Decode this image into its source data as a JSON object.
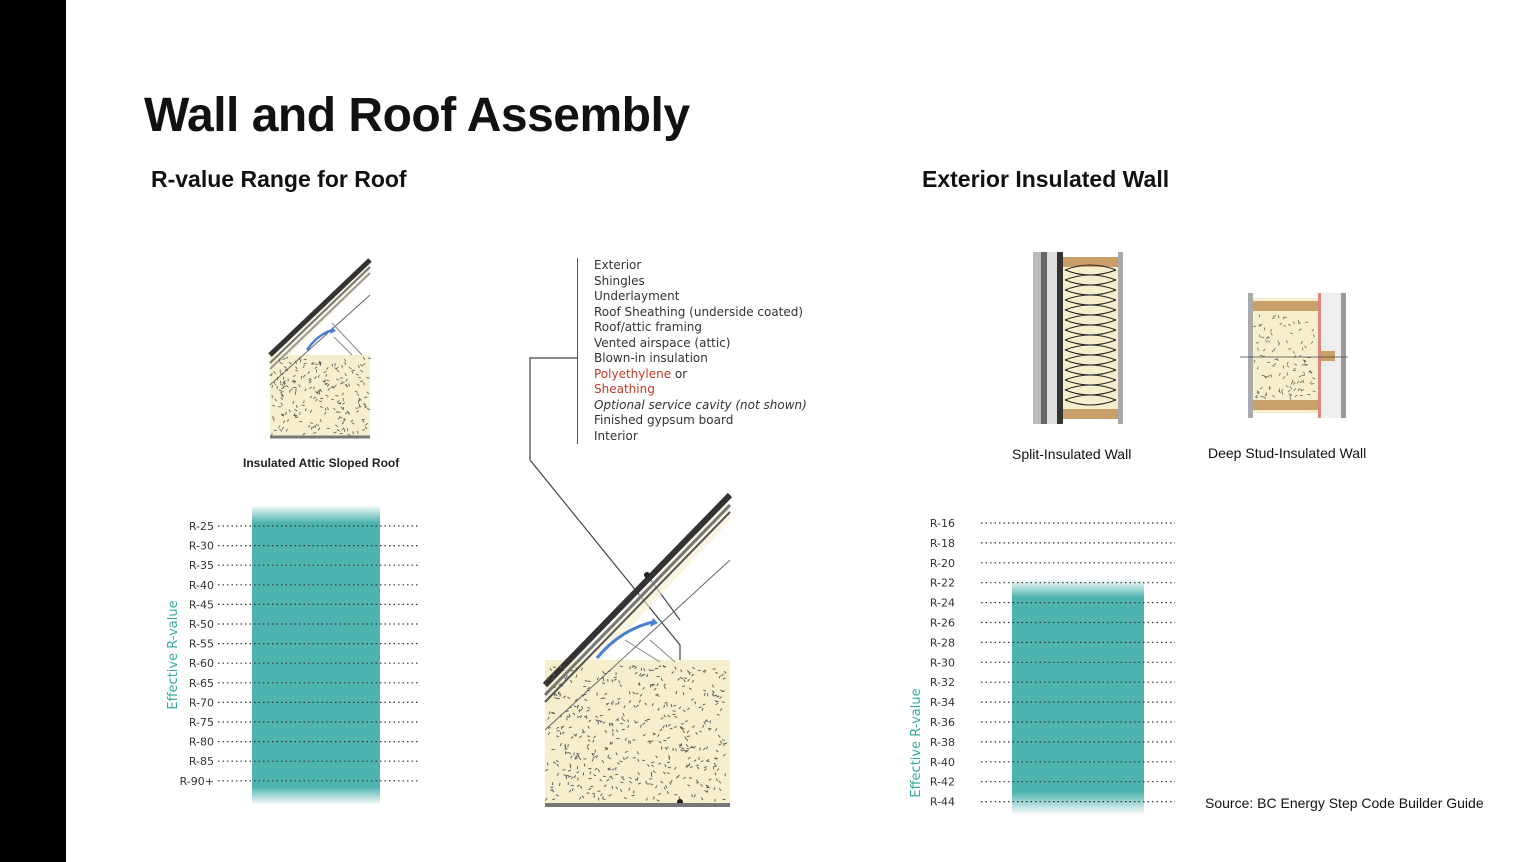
{
  "title": "Wall and Roof Assembly",
  "roof": {
    "heading": "R-value Range for Roof",
    "caption": "Insulated Attic Sloped Roof",
    "axis_label": "Effective R-value",
    "ticks": [
      "R-25",
      "R-30",
      "R-35",
      "R-40",
      "R-45",
      "R-50",
      "R-55",
      "R-60",
      "R-65",
      "R-70",
      "R-75",
      "R-80",
      "R-85",
      "R-90+"
    ],
    "range": [
      "R-25",
      "R-90+"
    ],
    "legend": {
      "items": [
        {
          "text": "Exterior",
          "style": "normal"
        },
        {
          "text": "Shingles",
          "style": "normal"
        },
        {
          "text": "Underlayment",
          "style": "normal"
        },
        {
          "text": "Roof Sheathing (underside coated)",
          "style": "normal"
        },
        {
          "text": "Roof/attic framing",
          "style": "normal"
        },
        {
          "text": "Vented airspace (attic)",
          "style": "normal"
        },
        {
          "text": "Blown-in insulation",
          "style": "normal"
        },
        {
          "text": "Polyethylene",
          "style": "red",
          "suffix": " or"
        },
        {
          "text": "Sheathing",
          "style": "red"
        },
        {
          "text": "Optional service cavity (not shown)",
          "style": "italic"
        },
        {
          "text": "Finished gypsum board",
          "style": "normal"
        },
        {
          "text": "Interior",
          "style": "normal"
        }
      ]
    }
  },
  "wall": {
    "heading": "Exterior Insulated Wall",
    "split_caption": "Split-Insulated Wall",
    "deep_caption": "Deep Stud-Insulated Wall",
    "axis_label": "Effective R-value",
    "ticks": [
      "R-16",
      "R-18",
      "R-20",
      "R-22",
      "R-24",
      "R-26",
      "R-28",
      "R-30",
      "R-32",
      "R-34",
      "R-36",
      "R-38",
      "R-40",
      "R-42",
      "R-44"
    ],
    "range": [
      "R-22",
      "R-44"
    ]
  },
  "source": "Source: BC Energy Step Code Builder Guide",
  "colors": {
    "teal": "#4db3ae",
    "insulation": "#f6efcd",
    "axis_label": "#3aa9a4",
    "red_text": "#c0392b"
  }
}
